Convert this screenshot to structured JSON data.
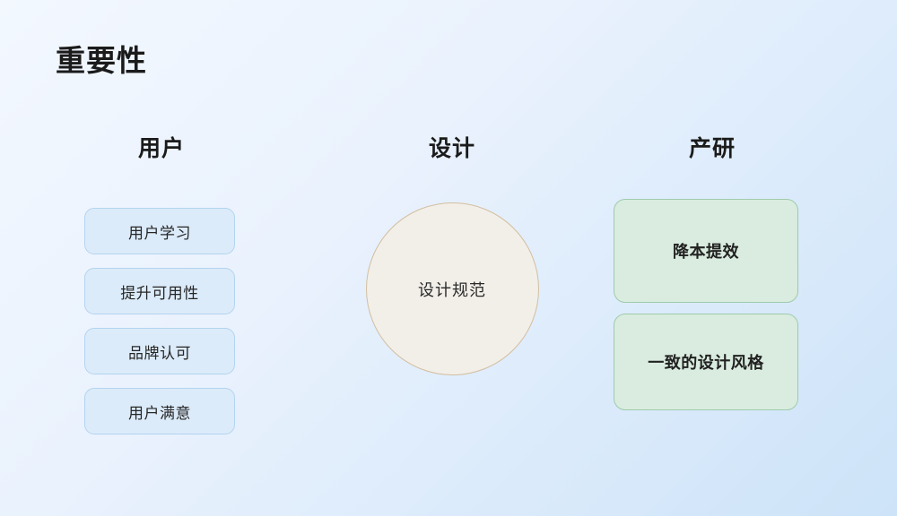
{
  "slide": {
    "title": "重要性",
    "background": {
      "from": "#f3f8ff",
      "to": "#cde3f8"
    }
  },
  "columns": {
    "user": {
      "header": "用户",
      "accent_fill": "#dcebfa",
      "accent_border": "#b3d4ef",
      "cards": [
        {
          "label": "用户学习"
        },
        {
          "label": "提升可用性"
        },
        {
          "label": "品牌认可"
        },
        {
          "label": "用户满意"
        }
      ]
    },
    "design": {
      "header": "设计",
      "accent_fill": "#f2efe9",
      "accent_border": "#d3be9f",
      "circle": {
        "label": "设计规范"
      }
    },
    "product": {
      "header": "产研",
      "accent_fill": "#d9ecdf",
      "accent_border": "#9fcbab",
      "cards": [
        {
          "label": "降本提效"
        },
        {
          "label": "一致的设计风格"
        }
      ]
    }
  }
}
